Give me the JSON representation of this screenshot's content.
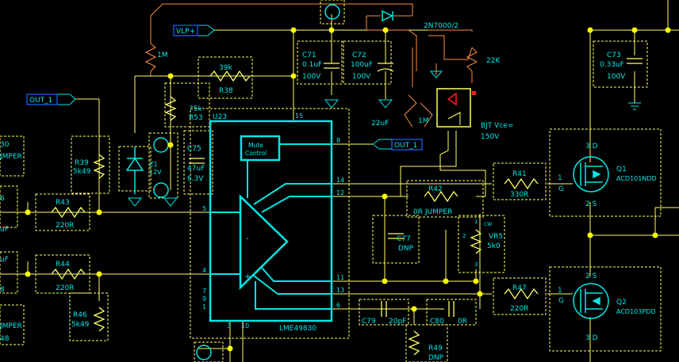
{
  "colors": {
    "background": "#000000",
    "wire": "#ffff66",
    "part": "#00e6e6",
    "orange": "#ff8c3a",
    "label": "#00e6e6",
    "junction": "#ffff00",
    "outline": "#ffff66",
    "netlabel": "#1e64ff",
    "red": "#ff2020"
  },
  "components": {
    "u23": {
      "ref": "U23",
      "part": "LME49830",
      "block": "Mute\nControl",
      "pins": [
        "15",
        "8",
        "14",
        "12",
        "5",
        "4",
        "11",
        "13",
        "7",
        "9",
        "1",
        "6",
        "3",
        "10"
      ]
    },
    "r38": {
      "ref": "R38",
      "value": "39k"
    },
    "r53": {
      "ref": "R53",
      "value": "75k"
    },
    "c75": {
      "ref": "C75",
      "value": "47uF",
      "volt": "6.3V"
    },
    "z1": {
      "ref": "Z1",
      "value": "12V"
    },
    "c71": {
      "ref": "C71",
      "value": "0.1uF",
      "volt": "100V"
    },
    "c72": {
      "ref": "C72",
      "value": "100uF",
      "volt": "100V"
    },
    "c73": {
      "ref": "C73",
      "value": "0.33uF",
      "volt": "100V"
    },
    "q_fet": {
      "ref": "2N7000/2"
    },
    "r_22k": {
      "value": "22K"
    },
    "r_1m_top": {
      "value": "1M"
    },
    "r_1m_mid": {
      "value": "1M"
    },
    "c_22u": {
      "value": "22uF"
    },
    "bjt": {
      "line1": "BJT Vce=",
      "line2": "150V"
    },
    "r39": {
      "ref": "R39",
      "value": "5k49"
    },
    "r43": {
      "ref": "R43",
      "value": "220R"
    },
    "r44": {
      "ref": "R44",
      "value": "220R"
    },
    "r46": {
      "ref": "R46",
      "value": "5k49"
    },
    "r41": {
      "ref": "R41",
      "value": "330R"
    },
    "r42": {
      "ref": "R42",
      "value": "0R JUMPER"
    },
    "r47": {
      "ref": "R47",
      "value": "220R"
    },
    "c77": {
      "ref": "C77",
      "value": "DNP"
    },
    "c79": {
      "ref": "C79",
      "value": "20pF"
    },
    "c80": {
      "ref": "C80",
      "value": "0R"
    },
    "r49": {
      "ref": "R49",
      "value": "DNP"
    },
    "vr5": {
      "ref": "VR5",
      "value": "5k0",
      "pins": [
        "2",
        "1",
        "3"
      ],
      "cw": "CW"
    },
    "q1": {
      "ref": "Q1",
      "part": "ACD101NDD",
      "pin_top": "3 D",
      "pin_gate": "G",
      "pin_bottom": "2 S",
      "pin_num": "1"
    },
    "q2": {
      "ref": "Q2",
      "part": "ACD103PDD",
      "pin_top": "2 S",
      "pin_gate": "G",
      "pin_bottom": "3 D",
      "pin_num": "1"
    },
    "left_partial": {
      "top1": "30",
      "top2": "JMPER",
      "mid1": "6",
      "mid2": "uF",
      "low1": "uF",
      "low2": "8",
      "bot1": "JMPER",
      "bot2": "48"
    }
  },
  "nets": {
    "vlp": "VLP+",
    "out1_left": "OUT_1",
    "out1_right": "OUT_1"
  }
}
